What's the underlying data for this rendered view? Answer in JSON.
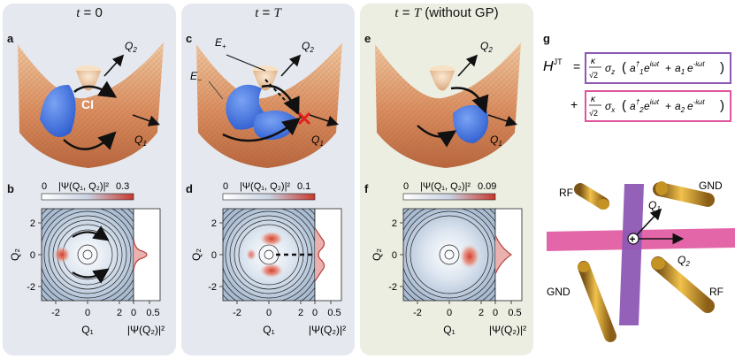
{
  "columns": [
    {
      "id": "a-b",
      "head_var": "t",
      "head_eq": " = ",
      "head_val": "0",
      "head_extra": "",
      "bg": "#e5e9ef"
    },
    {
      "id": "c-d",
      "head_var": "t",
      "head_eq": " = ",
      "head_val": "T",
      "head_extra": "",
      "bg": "#e5e9ef"
    },
    {
      "id": "e-f",
      "head_var": "t",
      "head_eq": " = ",
      "head_val": "T",
      "head_extra": " (without GP)",
      "bg": "#eceee2"
    }
  ],
  "panel_labels": {
    "a": "a",
    "b": "b",
    "c": "c",
    "d": "d",
    "e": "e",
    "f": "f",
    "g": "g"
  },
  "surface_labels": {
    "q1": "Q",
    "q1_sub": "1",
    "q2": "Q",
    "q2_sub": "2",
    "ci": "CI",
    "e_plus": "E",
    "e_plus_sub": "+",
    "e_minus": "E",
    "e_minus_sub": "−"
  },
  "density_panels": [
    {
      "cb_min": "0",
      "cb_title": "|Ψ(Q₁, Q₂)|²",
      "cb_max": "0.3"
    },
    {
      "cb_min": "0",
      "cb_title": "|Ψ(Q₁, Q₂)|²",
      "cb_max": "0.1"
    },
    {
      "cb_min": "0",
      "cb_title": "|Ψ(Q₁, Q₂)|²",
      "cb_max": "0.09"
    }
  ],
  "axes": {
    "x_ticks": [
      "-2",
      "0",
      "2"
    ],
    "y_ticks": [
      "2",
      "0",
      "-2"
    ],
    "x_label": "Q₁",
    "y_label": "Q₂",
    "marg_ticks": [
      "0",
      "0.5"
    ],
    "marg_label": "|Ψ(Q₂)|²"
  },
  "hamiltonian": {
    "lhs": "H",
    "lhs_sup": "JT",
    "eq": "=",
    "term1": "κ/√2 σz ( a₁† e^{iωt} + a₁ e^{-iωt} )",
    "term2": "κ/√2 σx ( a₂† e^{iωt} + a₂ e^{-iωt} )",
    "plus": "+",
    "color1": "#8e59b5",
    "color2": "#e0559e"
  },
  "trap": {
    "rf1": "RF",
    "gnd1": "GND",
    "gnd2": "GND",
    "rf2": "RF",
    "q1": "Q",
    "q1_sub": "1",
    "q2": "Q",
    "q2_sub": "2",
    "ion": "+"
  },
  "colors": {
    "surface": "#d98d5f",
    "wavepacket": "#4d7be0",
    "density_hot": "#d64636",
    "density_cold": "#c9d6e6",
    "ci_marker": "#e02020"
  }
}
